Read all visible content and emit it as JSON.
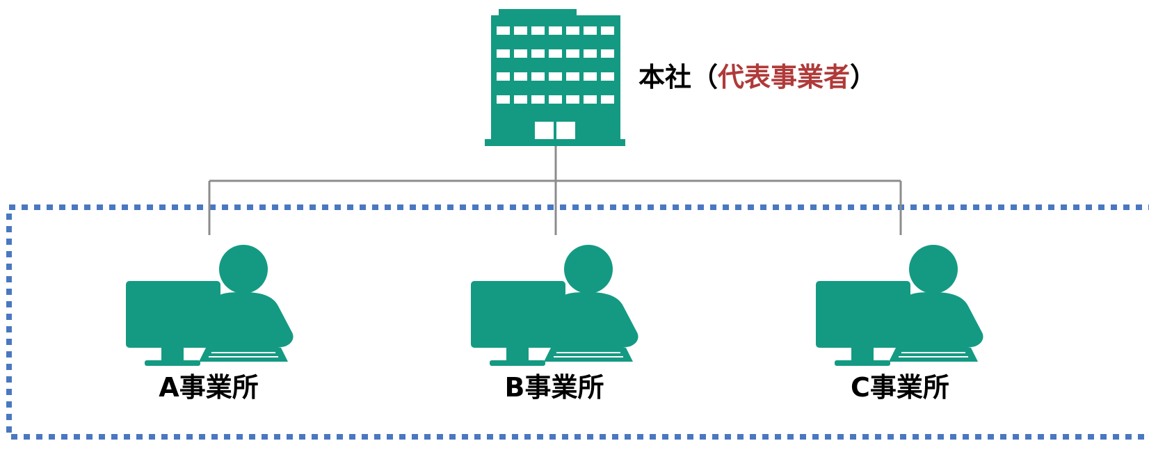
{
  "colors": {
    "icon": "#149a82",
    "connector": "#8c8c8c",
    "boundary": "#4a78c0",
    "accent": "#b03a3a",
    "text": "#000000"
  },
  "headquarters": {
    "icon": "office-building-icon",
    "label_prefix": "本社（",
    "label_accent": "代表事業者",
    "label_suffix": "）"
  },
  "offices": [
    {
      "icon": "person-at-computer-icon",
      "label": "A事業所"
    },
    {
      "icon": "person-at-computer-icon",
      "label": "B事業所"
    },
    {
      "icon": "person-at-computer-icon",
      "label": "C事業所"
    }
  ],
  "group_boundary": {
    "style": "dotted"
  }
}
